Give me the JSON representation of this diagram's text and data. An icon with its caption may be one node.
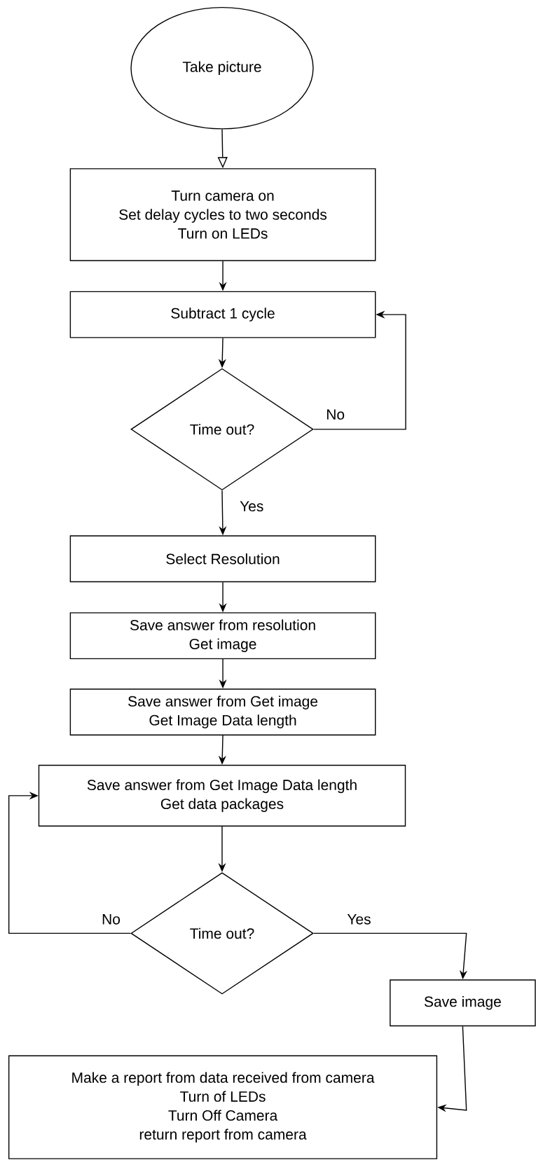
{
  "diagram": {
    "nodes": [
      {
        "text": [
          "Take picture"
        ]
      },
      {
        "text": [
          "Turn camera on",
          "Set delay cycles to two seconds",
          "Turn on LEDs"
        ]
      },
      {
        "text": [
          "Subtract 1 cycle"
        ]
      },
      {
        "text": [
          "Time out?"
        ]
      },
      {
        "text": [
          "Select Resolution"
        ]
      },
      {
        "text": [
          "Save answer from resolution",
          "Get image"
        ]
      },
      {
        "text": [
          "Save answer from Get image",
          "Get Image Data length"
        ]
      },
      {
        "text": [
          "Save answer from Get Image Data length",
          "Get data packages"
        ]
      },
      {
        "text": [
          "Time out?"
        ]
      },
      {
        "text": [
          "Save image"
        ]
      },
      {
        "text": [
          "Make a report from data received from camera",
          "Turn of LEDs",
          "Turn Off Camera",
          "return report from camera"
        ]
      }
    ],
    "edges": [
      {
        "from": 0,
        "to": 1,
        "arrow": "to"
      },
      {
        "from": 1,
        "to": 2,
        "arrow": "to"
      },
      {
        "from": 2,
        "to": 3,
        "arrow": "to"
      },
      {
        "from": 3,
        "to": 2,
        "arrow": "to",
        "label": "No"
      },
      {
        "from": 3,
        "to": 4,
        "arrow": "to",
        "label": "Yes"
      },
      {
        "from": 4,
        "to": 5,
        "arrow": "to"
      },
      {
        "from": 5,
        "to": 6,
        "arrow": "to"
      },
      {
        "from": 6,
        "to": 7,
        "arrow": "to"
      },
      {
        "from": 7,
        "to": 8,
        "arrow": "to"
      },
      {
        "from": 8,
        "to": 7,
        "arrow": "to",
        "label": "No"
      },
      {
        "from": 8,
        "to": 9,
        "arrow": "to",
        "label": "Yes"
      },
      {
        "from": 9,
        "to": 10,
        "arrow": "to"
      }
    ]
  }
}
